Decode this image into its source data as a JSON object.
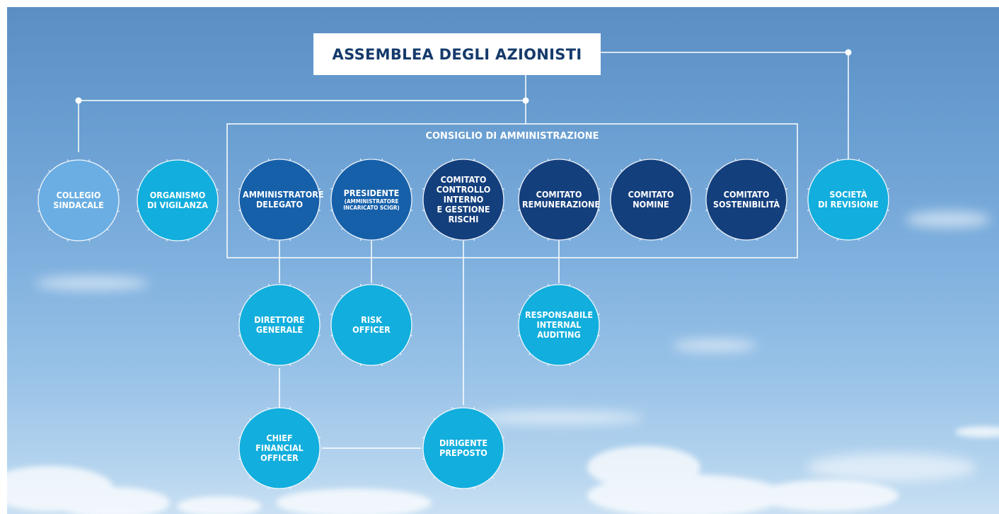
{
  "header": {
    "title": "ASSEMBLEA DEGLI AZIONISTI"
  },
  "board": {
    "title": "CONSIGLIO DI AMMINISTRAZIONE"
  },
  "colors": {
    "light_blue": "#6aaee3",
    "cyan": "#12aedd",
    "mid_blue": "#1660aa",
    "dark_blue": "#143f7d",
    "header_text": "#153a6b",
    "line": "#ffffff"
  },
  "nodes": [
    {
      "id": "collegio-sindacale",
      "lines": [
        "COLLEGIO",
        "SINDACALE"
      ],
      "color": "light_blue"
    },
    {
      "id": "organismo-di-vigilanza",
      "lines": [
        "ORGANISMO",
        "DI VIGILANZA"
      ],
      "color": "cyan"
    },
    {
      "id": "amministratore-delegato",
      "lines": [
        "AMMINISTRATORE",
        "DELEGATO"
      ],
      "color": "mid_blue"
    },
    {
      "id": "presidente",
      "lines": [
        "PRESIDENTE"
      ],
      "sub": [
        "(AMMINISTRATORE",
        "INCARICATO SCIGR)"
      ],
      "color": "mid_blue"
    },
    {
      "id": "comitato-controllo-interno",
      "lines": [
        "COMITATO",
        "CONTROLLO",
        "INTERNO",
        "E GESTIONE",
        "RISCHI"
      ],
      "color": "dark_blue"
    },
    {
      "id": "comitato-remunerazione",
      "lines": [
        "COMITATO",
        "REMUNERAZIONE"
      ],
      "color": "dark_blue"
    },
    {
      "id": "comitato-nomine",
      "lines": [
        "COMITATO",
        "NOMINE"
      ],
      "color": "dark_blue"
    },
    {
      "id": "comitato-sostenibilita",
      "lines": [
        "COMITATO",
        "SOSTENIBILITÀ"
      ],
      "color": "dark_blue"
    },
    {
      "id": "societa-di-revisione",
      "lines": [
        "SOCIETÀ",
        "DI REVISIONE"
      ],
      "color": "cyan"
    },
    {
      "id": "direttore-generale",
      "lines": [
        "DIRETTORE",
        "GENERALE"
      ],
      "color": "cyan"
    },
    {
      "id": "risk-officer",
      "lines": [
        "RISK",
        "OFFICER"
      ],
      "color": "cyan"
    },
    {
      "id": "responsabile-internal-auditing",
      "lines": [
        "RESPONSABILE",
        "INTERNAL",
        "AUDITING"
      ],
      "color": "cyan"
    },
    {
      "id": "chief-financial-officer",
      "lines": [
        "CHIEF",
        "FINANCIAL",
        "OFFICER"
      ],
      "color": "cyan"
    },
    {
      "id": "dirigente-preposto",
      "lines": [
        "DIRIGENTE",
        "PREPOSTO"
      ],
      "color": "cyan"
    }
  ]
}
